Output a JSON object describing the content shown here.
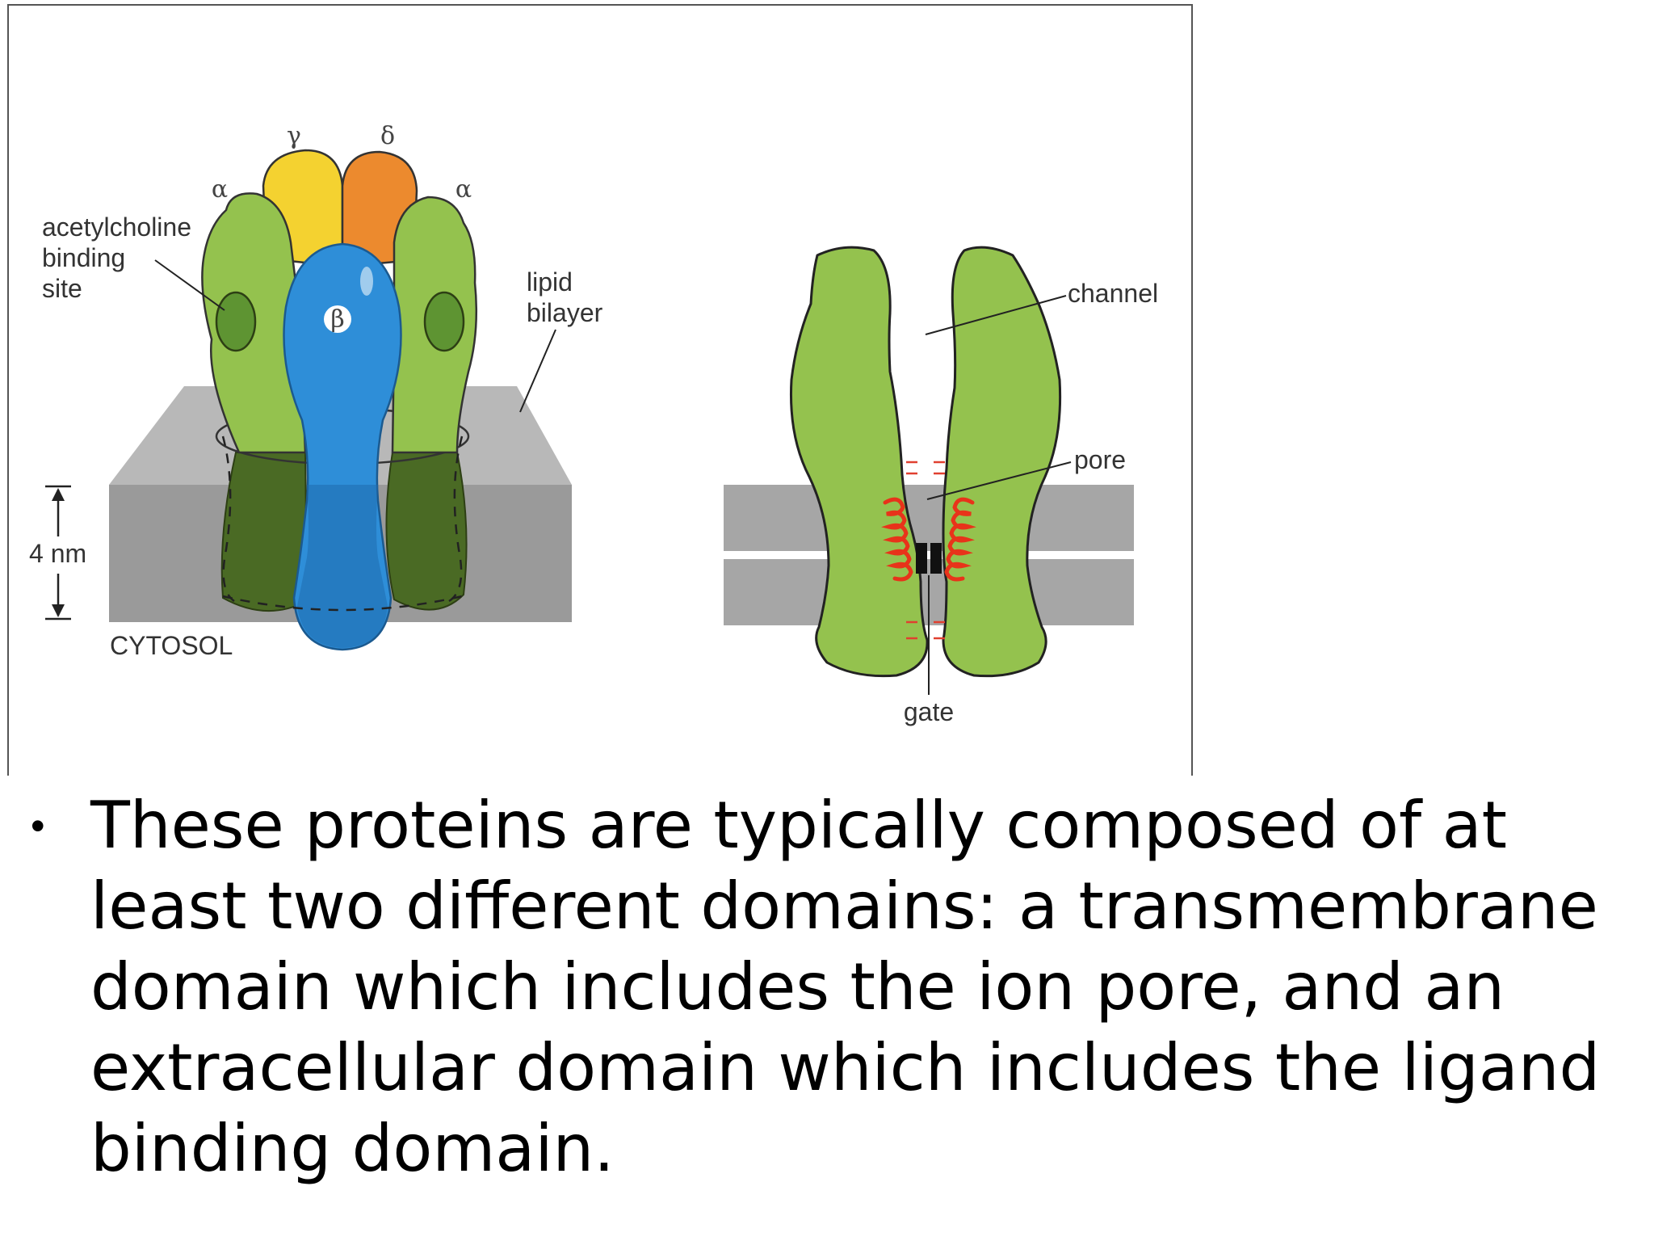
{
  "colors": {
    "alpha_subunit": "#94c24e",
    "gamma_subunit": "#f4d230",
    "delta_subunit": "#ec8a2e",
    "beta_subunit": "#2e8ed8",
    "membrane": "#a6a6a6",
    "helix": "#e8331a"
  },
  "left_panel": {
    "greek_alpha_left": "α",
    "greek_gamma": "γ",
    "greek_delta": "δ",
    "greek_alpha_right": "α",
    "greek_beta": "β",
    "binding_label": [
      "acetylcholine",
      "binding",
      "site"
    ],
    "lipid_label": [
      "lipid",
      "bilayer"
    ],
    "thickness_label": "4 nm",
    "cytosol_label": "CYTOSOL"
  },
  "right_panel": {
    "channel_label": "channel",
    "pore_label": "pore",
    "gate_label": "gate"
  },
  "bullet": {
    "text": "These proteins are typically composed of at least two different domains: a transmembrane domain which includes the ion pore, and an extracellular domain which includes the ligand binding domain."
  }
}
